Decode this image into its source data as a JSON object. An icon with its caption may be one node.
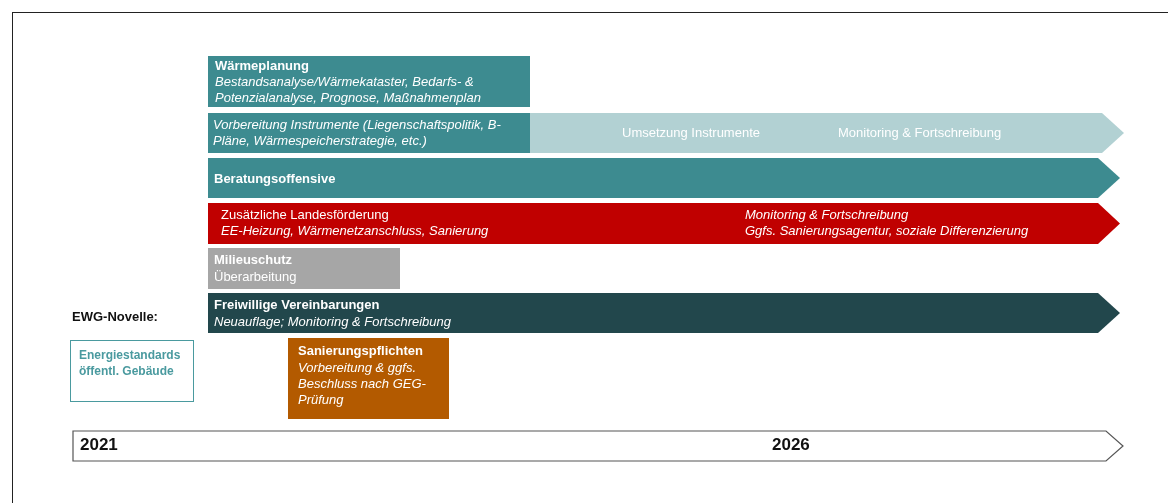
{
  "diagram": {
    "nodes": [
      {
        "text": [
          "Wärmeplanung",
          "Bestandsanalyse/Wärmekataster, Bedarfs- & Potenzialanalyse, Prognose, Maßnahmenplan"
        ]
      },
      {
        "text": [
          "Vorbereitung Instrumente (Liegenschaftspolitik, B-Pläne, Wärmespeicherstrategie, etc.)"
        ]
      },
      {
        "text": [
          "Umsetzung Instrumente",
          "Monitoring & Fortschreibung"
        ]
      },
      {
        "text": [
          "Beratungsoffensive"
        ]
      },
      {
        "text": [
          "Zusätzliche Landesförderung",
          "EE-Heizung, Wärmenetzanschluss, Sanierung",
          "Monitoring & Fortschreibung",
          "Ggfs. Sanierungsagentur, soziale Differenzierung"
        ]
      },
      {
        "text": [
          "Milieuschutz",
          "Überarbeitung"
        ]
      },
      {
        "text": [
          "Freiwillige Vereinbarungen",
          "Neuauflage; Monitoring & Fortschreibung"
        ]
      },
      {
        "text": [
          "Energiestandards öffentl. Gebäude"
        ]
      },
      {
        "text": [
          "Sanierungspflichten",
          "Vorbereitung & ggfs. Beschluss nach GEG-Prüfung"
        ]
      },
      {
        "text": [
          "2021",
          "2026"
        ]
      }
    ],
    "edges": [],
    "labels": [
      "EWG-Novelle:"
    ]
  }
}
